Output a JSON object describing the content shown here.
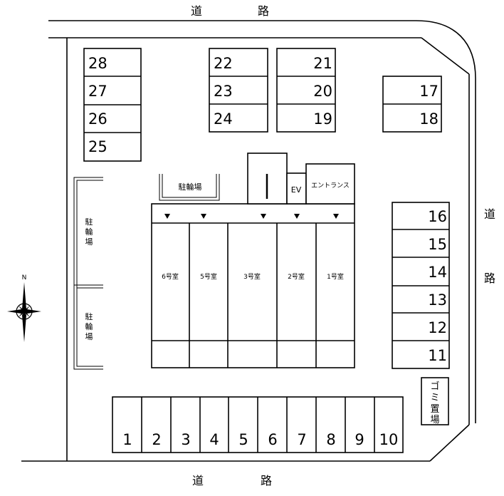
{
  "roads": {
    "top": [
      "道",
      "路"
    ],
    "right": [
      "道",
      "路"
    ],
    "bottom": [
      "道",
      "路"
    ]
  },
  "compass": {
    "north_label": "N"
  },
  "parking": {
    "col_left": [
      "28",
      "27",
      "26",
      "25"
    ],
    "col_mid_left": [
      "22",
      "23",
      "24"
    ],
    "col_mid_right": [
      "21",
      "20",
      "19"
    ],
    "col_far_right": [
      "17",
      "18"
    ],
    "col_east": [
      "16",
      "15",
      "14",
      "13",
      "12",
      "11"
    ],
    "row_bottom": [
      "1",
      "2",
      "3",
      "4",
      "5",
      "6",
      "7",
      "8",
      "9",
      "10"
    ]
  },
  "bicycle_parking": {
    "top_label": "駐輪場",
    "side_upper": [
      "駐",
      "輪",
      "場"
    ],
    "side_lower": [
      "駐",
      "輪",
      "場"
    ]
  },
  "building": {
    "ev_label": "EV",
    "entrance_label": "エントランス",
    "rooms": [
      "6号室",
      "5号室",
      "3号室",
      "2号室",
      "1号室"
    ]
  },
  "garbage": {
    "label": [
      "ゴ",
      "ミ",
      "置",
      "場"
    ]
  }
}
